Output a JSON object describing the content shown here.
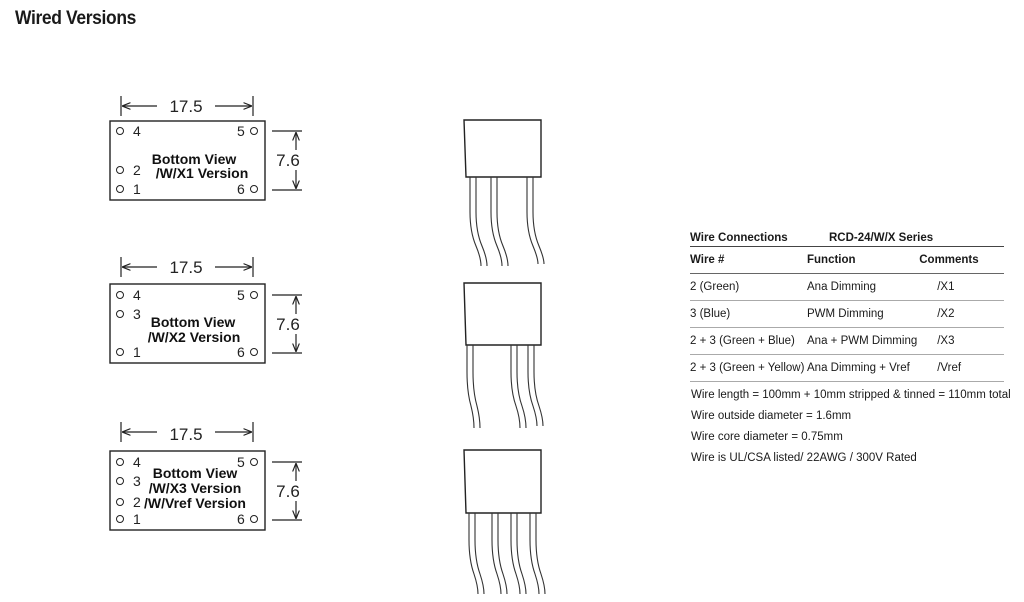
{
  "page_title": "Wired Versions",
  "diagrams": [
    {
      "width_label": "17.5",
      "height_label": "7.6",
      "view_lines": [
        "Bottom View",
        "/W/X1 Version"
      ],
      "pins_left": [
        "4",
        "2",
        "1"
      ],
      "pins_right": [
        "5",
        "6"
      ],
      "wire_count": 3
    },
    {
      "width_label": "17.5",
      "height_label": "7.6",
      "view_lines": [
        "Bottom View",
        "/W/X2 Version"
      ],
      "pins_left": [
        "4",
        "3",
        "1"
      ],
      "pins_right": [
        "5",
        "6"
      ],
      "wire_count": 3
    },
    {
      "width_label": "17.5",
      "height_label": "7.6",
      "view_lines": [
        "Bottom View",
        "/W/X3 Version",
        "/W/Vref Version"
      ],
      "pins_left": [
        "4",
        "3",
        "2",
        "1"
      ],
      "pins_right": [
        "5",
        "6"
      ],
      "wire_count": 4
    }
  ],
  "table": {
    "caption_left": "Wire Connections",
    "caption_right": "RCD-24/W/X Series",
    "headers": [
      "Wire #",
      "Function",
      "Comments"
    ],
    "rows": [
      [
        "2 (Green)",
        "Ana Dimming",
        "/X1"
      ],
      [
        "3 (Blue)",
        "PWM Dimming",
        "/X2"
      ],
      [
        "2 + 3 (Green + Blue)",
        "Ana + PWM Dimming",
        "/X3"
      ],
      [
        "2 + 3 (Green + Yellow)",
        "Ana Dimming + Vref",
        "/Vref"
      ]
    ]
  },
  "notes": [
    "Wire length = 100mm + 10mm stripped & tinned = 110mm total",
    "Wire outside diameter = 1.6mm",
    "Wire core diameter = 0.75mm",
    "Wire is UL/CSA listed/ 22AWG / 300V Rated"
  ]
}
